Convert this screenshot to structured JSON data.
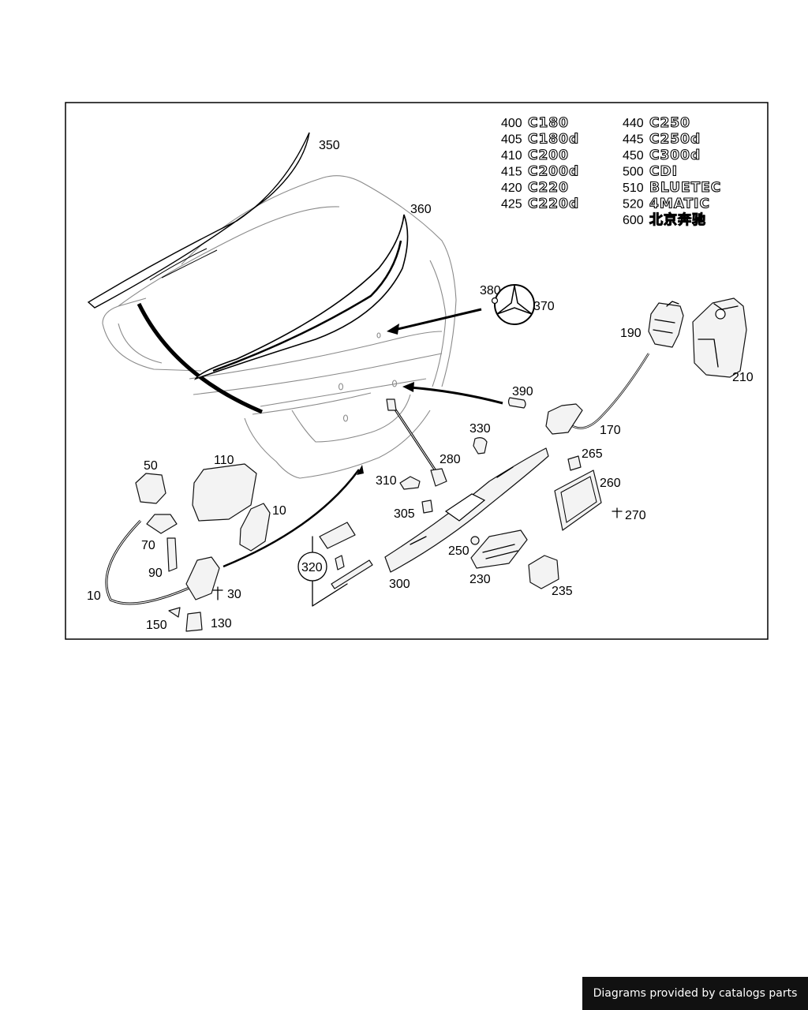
{
  "callouts": [
    {
      "id": "350",
      "label": "350"
    },
    {
      "id": "360",
      "label": "360"
    },
    {
      "id": "380",
      "label": "380"
    },
    {
      "id": "370",
      "label": "370"
    },
    {
      "id": "190",
      "label": "190"
    },
    {
      "id": "210",
      "label": "210"
    },
    {
      "id": "390",
      "label": "390"
    },
    {
      "id": "170",
      "label": "170"
    },
    {
      "id": "330",
      "label": "330"
    },
    {
      "id": "265",
      "label": "265"
    },
    {
      "id": "280",
      "label": "280"
    },
    {
      "id": "260",
      "label": "260"
    },
    {
      "id": "50",
      "label": "50"
    },
    {
      "id": "110",
      "label": "110"
    },
    {
      "id": "10a",
      "label": "10"
    },
    {
      "id": "310",
      "label": "310"
    },
    {
      "id": "305",
      "label": "305"
    },
    {
      "id": "270",
      "label": "270"
    },
    {
      "id": "70",
      "label": "70"
    },
    {
      "id": "250",
      "label": "250"
    },
    {
      "id": "90",
      "label": "90"
    },
    {
      "id": "320",
      "label": "320"
    },
    {
      "id": "230",
      "label": "230"
    },
    {
      "id": "300",
      "label": "300"
    },
    {
      "id": "10b",
      "label": "10"
    },
    {
      "id": "30",
      "label": "30"
    },
    {
      "id": "235",
      "label": "235"
    },
    {
      "id": "150",
      "label": "150"
    },
    {
      "id": "130",
      "label": "130"
    }
  ],
  "legend": [
    {
      "num": "400",
      "badge": "C180"
    },
    {
      "num": "405",
      "badge": "C180d"
    },
    {
      "num": "410",
      "badge": "C200"
    },
    {
      "num": "415",
      "badge": "C200d"
    },
    {
      "num": "420",
      "badge": "C220"
    },
    {
      "num": "425",
      "badge": "C220d"
    },
    {
      "num": "440",
      "badge": "C250"
    },
    {
      "num": "445",
      "badge": "C250d"
    },
    {
      "num": "450",
      "badge": "C300d"
    },
    {
      "num": "500",
      "badge": "CDI"
    },
    {
      "num": "510",
      "badge": "BLUETEC"
    },
    {
      "num": "520",
      "badge": "4MATIC"
    },
    {
      "num": "600",
      "badge": "北京奔驰"
    }
  ],
  "footer": {
    "text": "Diagrams provided by catalogs parts"
  }
}
